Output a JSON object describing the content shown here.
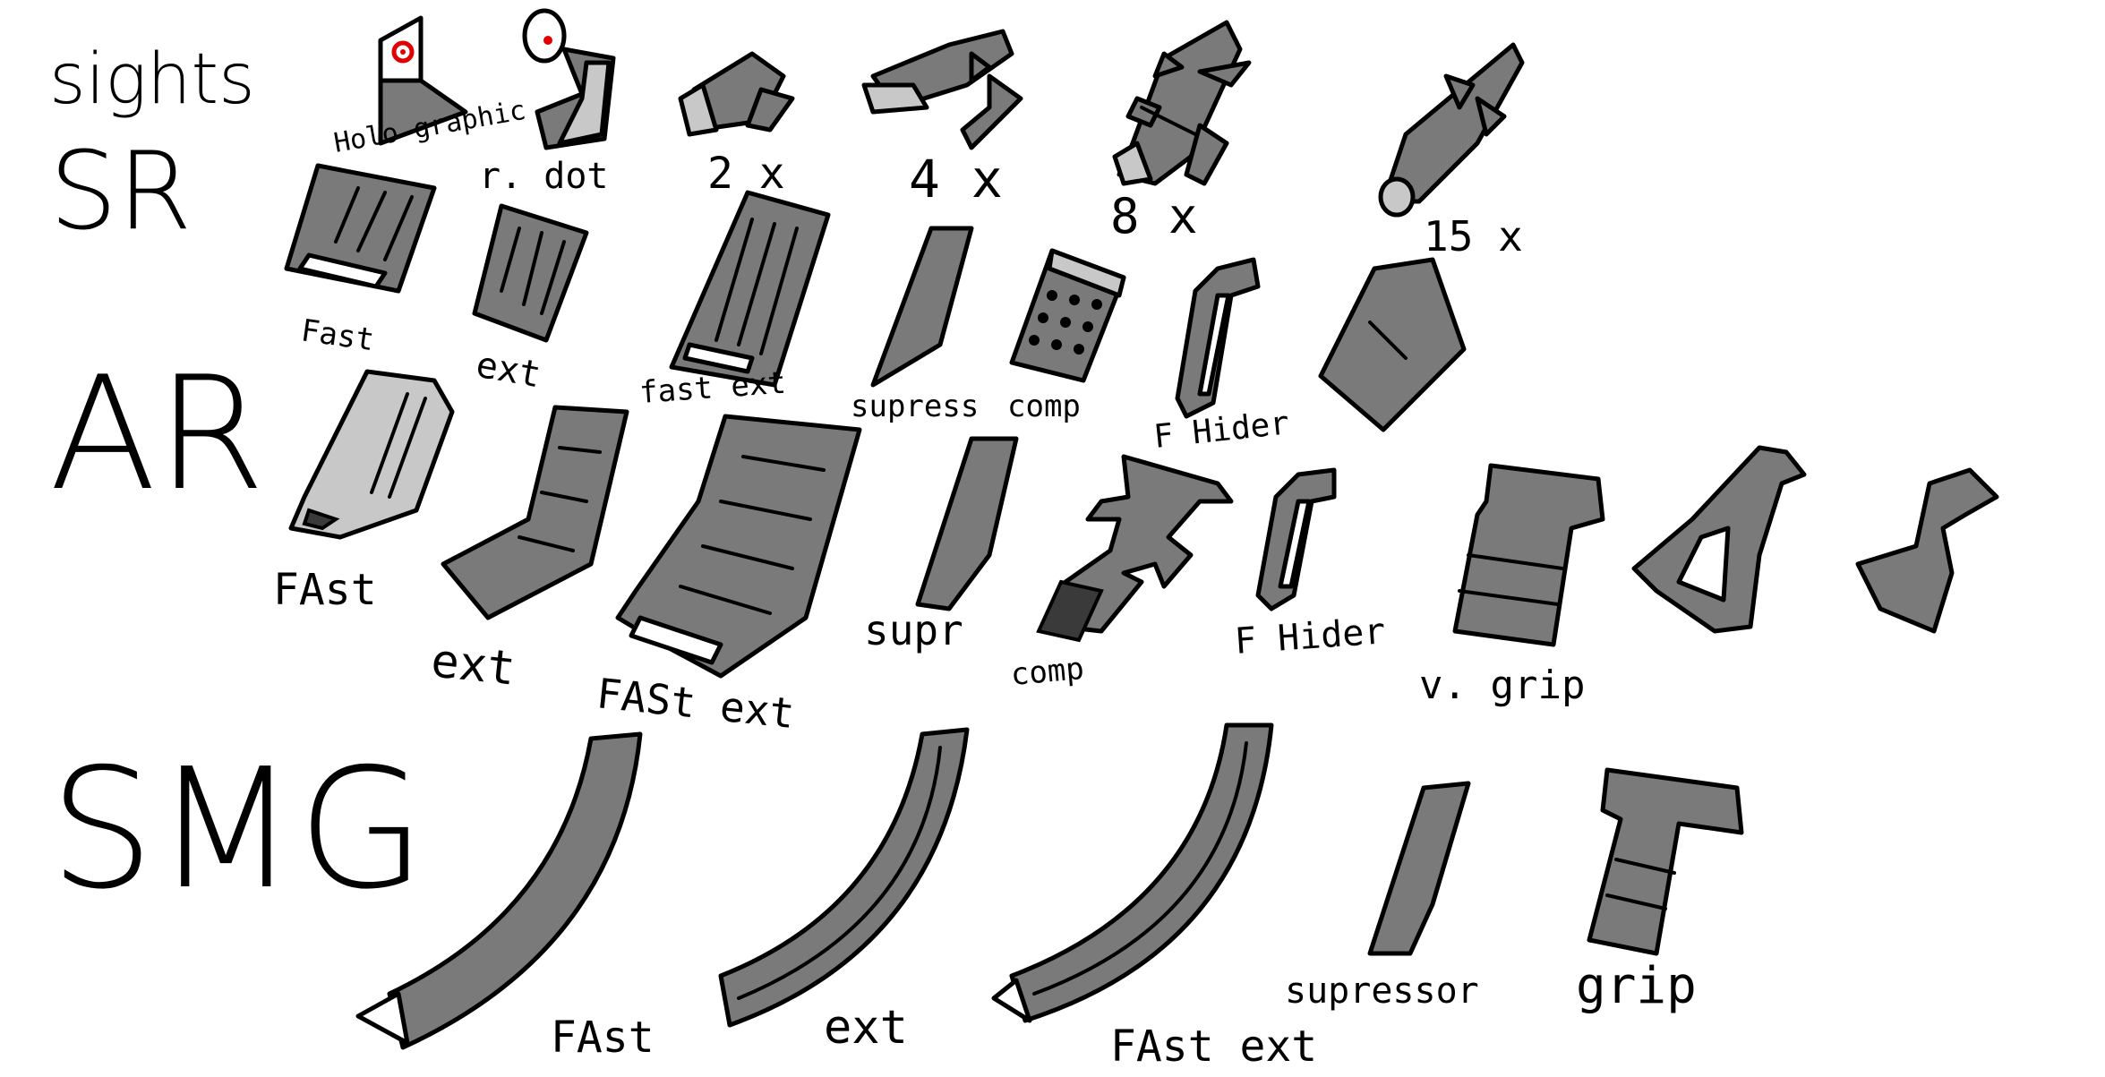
{
  "rows": {
    "sights": "sights",
    "sr": "SR",
    "ar": "AR",
    "smg": "SMG"
  },
  "sights": {
    "holographic": "Holo graphic",
    "red_dot": "r. dot",
    "x2": "2 x",
    "x4": "4 x",
    "x8": "8 x",
    "x15": "15 x"
  },
  "sr": {
    "fast": "Fast",
    "ext": "ext",
    "fast_ext": "fast ext",
    "supress": "supress",
    "comp": "comp",
    "f_hider": "F Hider"
  },
  "ar": {
    "fast": "FAst",
    "ext": "ext",
    "fast_ext": "FASt ext",
    "supr": "supr",
    "comp": "comp",
    "f_hider": "F Hider",
    "v_grip": "v. grip"
  },
  "smg": {
    "fast": "FAst",
    "ext": "ext",
    "fast_ext": "FAst ext",
    "supressor": "supressor",
    "grip": "grip"
  },
  "colors": {
    "part": "#7a7a7a",
    "light": "#c8c8c8",
    "red": "#e00000"
  }
}
